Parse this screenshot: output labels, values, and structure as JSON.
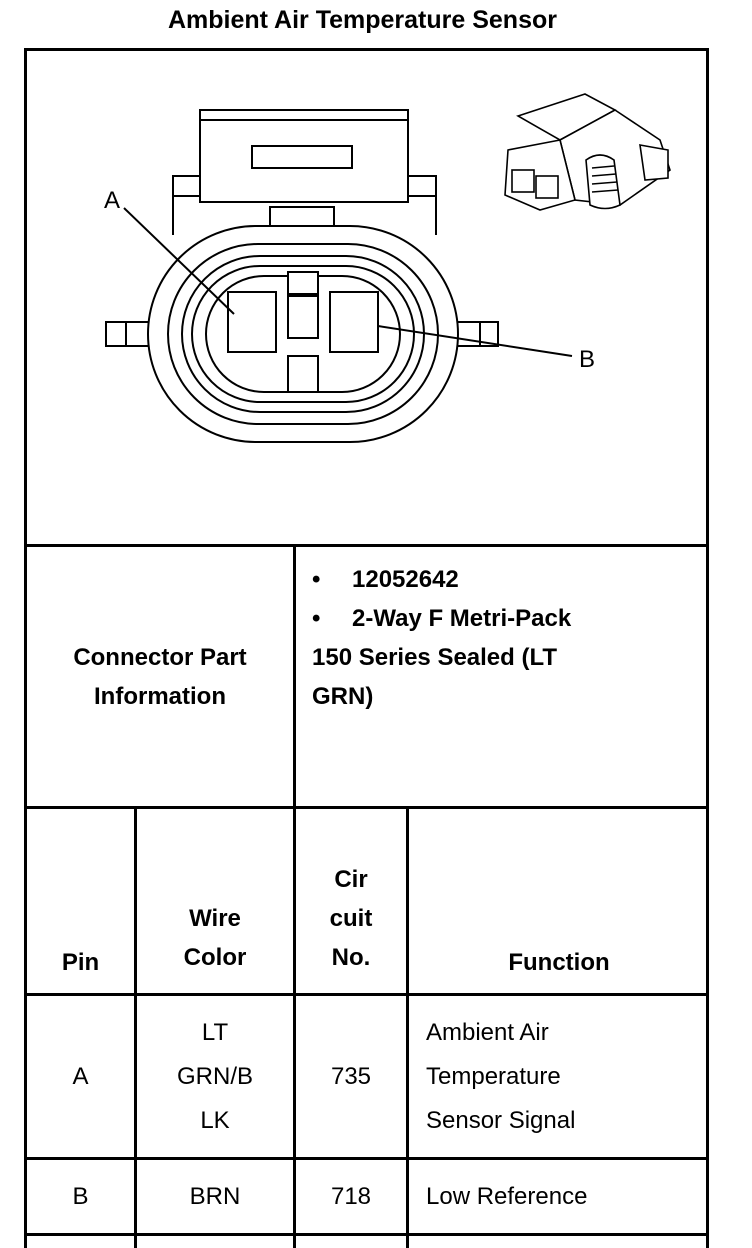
{
  "title": "Ambient Air Temperature Sensor",
  "diagram": {
    "label_a": "A",
    "label_b": "B",
    "main_icon": "connector-face-icon",
    "thumb_icon": "connector-3d-icon"
  },
  "part_info": {
    "label_line1": "Connector Part",
    "label_line2": "Information",
    "bullet_symbol": "•",
    "bullet1": "12052642",
    "bullet2_line1": "2-Way F Metri-Pack",
    "bullet2_line2": "150 Series Sealed (LT",
    "bullet2_line3": "GRN)"
  },
  "table": {
    "headers": {
      "pin": "Pin",
      "wire_color_line1": "Wire",
      "wire_color_line2": "Color",
      "circuit_line1": "Cir",
      "circuit_line2": "cuit",
      "circuit_line3": "No.",
      "function": "Function"
    },
    "rows": [
      {
        "pin": "A",
        "wire_color_lines": [
          "LT",
          "GRN/B",
          "LK"
        ],
        "circuit": "735",
        "function_lines": [
          "Ambient Air",
          "Temperature",
          "Sensor Signal"
        ]
      },
      {
        "pin": "B",
        "wire_color_lines": [
          "BRN"
        ],
        "circuit": "718",
        "function_lines": [
          "Low Reference"
        ]
      }
    ]
  }
}
